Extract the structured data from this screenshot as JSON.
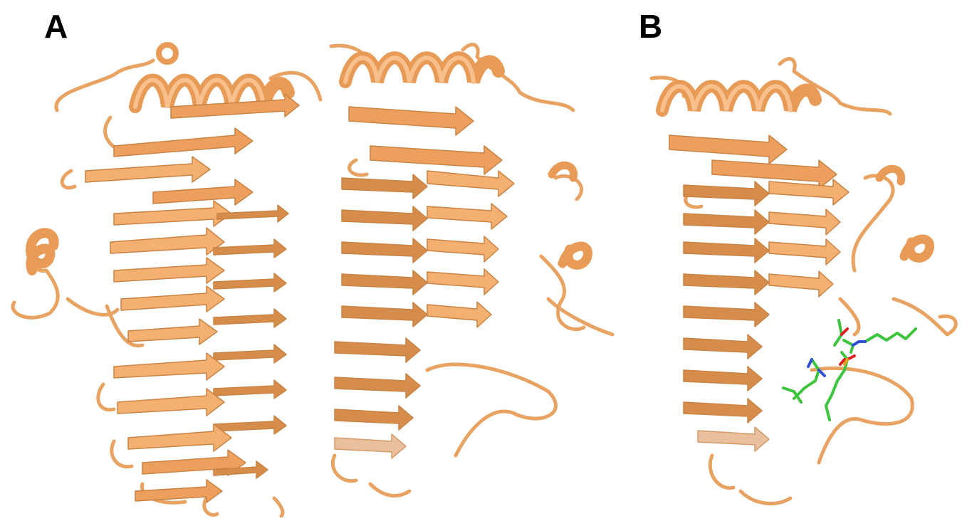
{
  "panels": [
    {
      "label": "A"
    },
    {
      "label": "B"
    }
  ],
  "colors": {
    "ribbon": "#F2A661",
    "ribbon_shade": "#C98344",
    "ribbon_light": "#F7C08D",
    "ligand_carbon": "#3CC43C",
    "ligand_nitrogen": "#3050D8",
    "ligand_oxygen": "#E02020",
    "ligand_phosphorus": "#E0A020",
    "background": "#FFFFFF"
  },
  "structures": [
    {
      "kind": "protein-ribbon",
      "panel": "A",
      "view": "front"
    },
    {
      "kind": "protein-ribbon",
      "panel": "A",
      "view": "rotated"
    },
    {
      "kind": "protein-ribbon-with-ligands",
      "panel": "B",
      "view": "rotated"
    }
  ]
}
